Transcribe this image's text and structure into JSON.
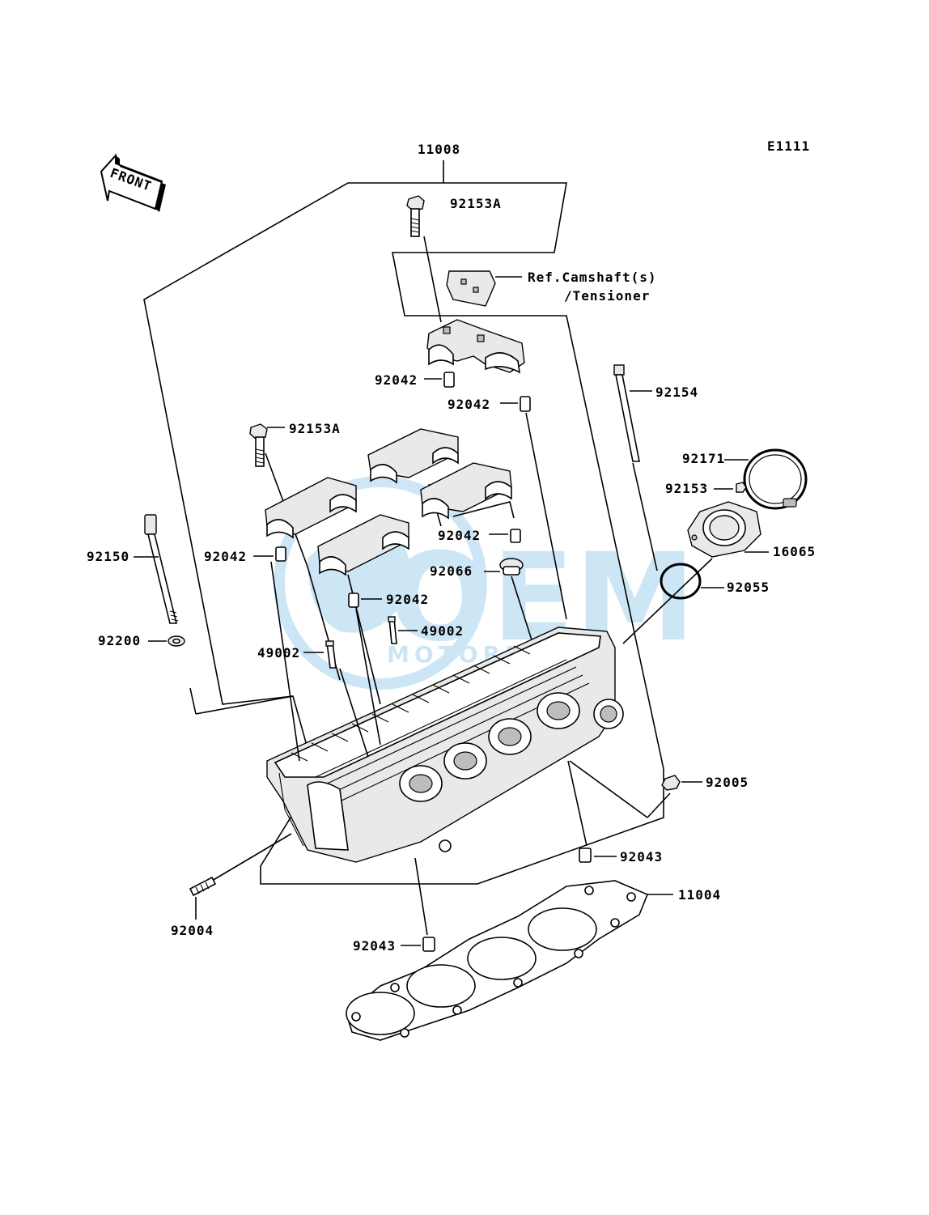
{
  "diagram_code": "E1111",
  "front_label": "FRONT",
  "watermark": {
    "big": "OEM",
    "small": "MOTORPARTS",
    "color": "#1f8fd6"
  },
  "parts": {
    "p11008": "11008",
    "p92153A_top": "92153A",
    "ref_line1": "Ref.Camshaft(s)",
    "ref_line2": "/Tensioner",
    "p92042_a": "92042",
    "p92042_b": "92042",
    "p92154": "92154",
    "p92153A_mid": "92153A",
    "p92171": "92171",
    "p92153": "92153",
    "p16065": "16065",
    "p92042_c": "92042",
    "p92150": "92150",
    "p92042_d": "92042",
    "p92066": "92066",
    "p92055": "92055",
    "p92042_e": "92042",
    "p49002_a": "49002",
    "p92200": "92200",
    "p49002_b": "49002",
    "p92005": "92005",
    "p92043_a": "92043",
    "p11004": "11004",
    "p92004": "92004",
    "p92043_b": "92043"
  }
}
